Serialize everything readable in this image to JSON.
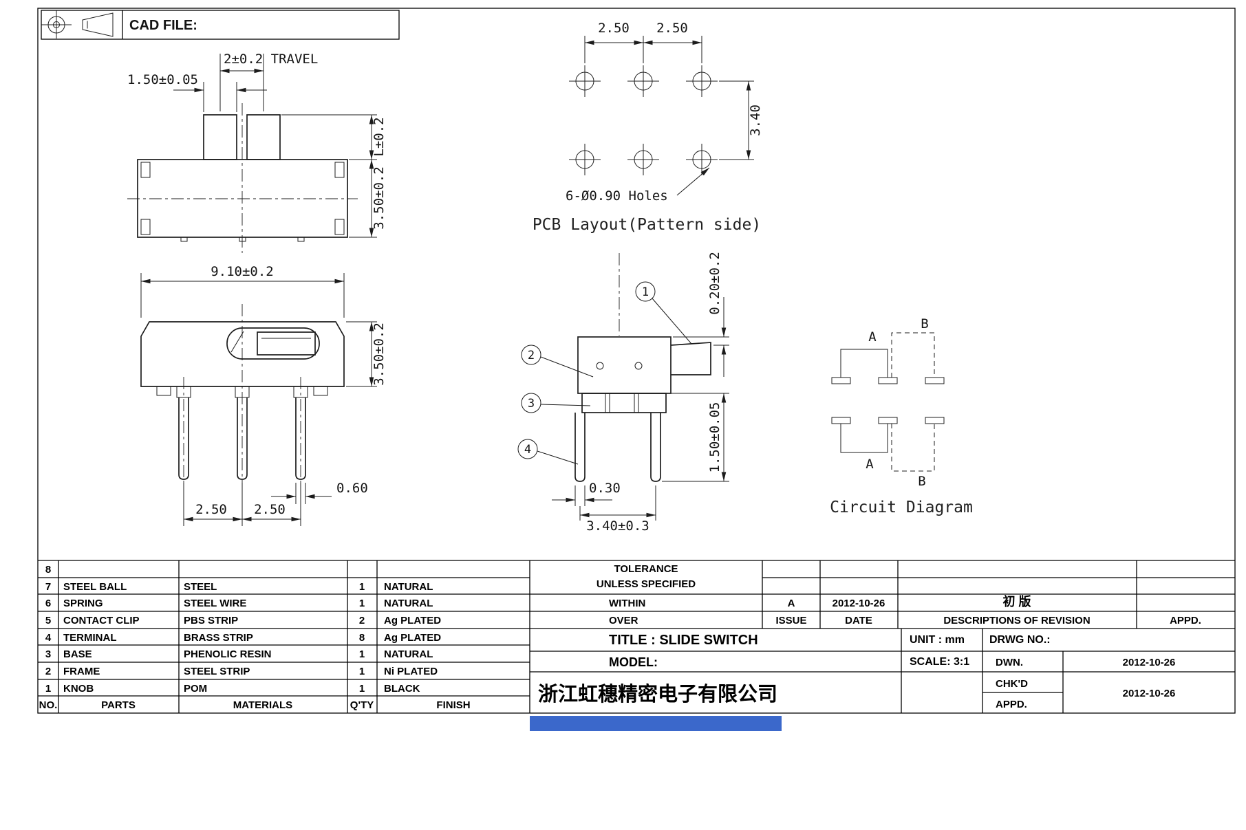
{
  "sheet": {
    "cad_file_label": "CAD FILE:",
    "accent_blue": "#3b68cb"
  },
  "views": {
    "top": {
      "dim_knob_width": "1.50±0.05",
      "dim_travel": "2±0.2 TRAVEL",
      "dim_knob_height": "L±0.2",
      "dim_body_height": "3.50±0.2"
    },
    "pcb": {
      "dim_pitch_1": "2.50",
      "dim_pitch_2": "2.50",
      "dim_row_pitch": "3.40",
      "holes_note": "6-Ø0.90 Holes",
      "caption": "PCB Layout(Pattern side)"
    },
    "front": {
      "dim_width": "9.10±0.2",
      "dim_height": "3.50±0.2",
      "dim_pin_pitch_1": "2.50",
      "dim_pin_pitch_2": "2.50",
      "dim_pin_width": "0.60"
    },
    "side": {
      "callouts": [
        "1",
        "2",
        "3",
        "4"
      ],
      "dim_knob_gap": "0.20±0.2",
      "dim_terminal_length": "1.50±0.05",
      "dim_pin_thickness": "0.30",
      "dim_depth": "3.40±0.3"
    },
    "circuit": {
      "label_a_top": "A",
      "label_b_top": "B",
      "label_a_bottom": "A",
      "label_b_bottom": "B",
      "caption": "Circuit Diagram"
    }
  },
  "parts_table": {
    "header": {
      "no": "NO.",
      "parts": "PARTS",
      "materials": "MATERIALS",
      "qty": "Q'TY",
      "finish": "FINISH"
    },
    "rows": [
      {
        "no": "8",
        "parts": "",
        "materials": "",
        "qty": "",
        "finish": ""
      },
      {
        "no": "7",
        "parts": "STEEL BALL",
        "materials": "STEEL",
        "qty": "1",
        "finish": "NATURAL"
      },
      {
        "no": "6",
        "parts": "SPRING",
        "materials": "STEEL WIRE",
        "qty": "1",
        "finish": "NATURAL"
      },
      {
        "no": "5",
        "parts": "CONTACT CLIP",
        "materials": "PBS STRIP",
        "qty": "2",
        "finish": "Ag PLATED"
      },
      {
        "no": "4",
        "parts": "TERMINAL",
        "materials": "BRASS STRIP",
        "qty": "8",
        "finish": "Ag PLATED"
      },
      {
        "no": "3",
        "parts": "BASE",
        "materials": "PHENOLIC RESIN",
        "qty": "1",
        "finish": "NATURAL"
      },
      {
        "no": "2",
        "parts": "FRAME",
        "materials": "STEEL STRIP",
        "qty": "1",
        "finish": "Ni PLATED"
      },
      {
        "no": "1",
        "parts": "KNOB",
        "materials": "POM",
        "qty": "1",
        "finish": "BLACK"
      }
    ]
  },
  "title_block": {
    "tolerance_line1": "TOLERANCE",
    "tolerance_line2": "UNLESS  SPECIFIED",
    "within_label": "WITHIN",
    "over_label": "OVER",
    "issue_value": "A",
    "issue_label": "ISSUE",
    "date_value": "2012-10-26",
    "date_label": "DATE",
    "revision_value": "初 版",
    "revision_label": "DESCRIPTIONS OF REVISION",
    "appd_header_label": "APPD.",
    "title": "TITLE : SLIDE SWITCH",
    "unit": "UNIT :  mm",
    "drwg_no_label": "DRWG NO.:",
    "model_label": "MODEL:",
    "scale": "SCALE:  3:1",
    "dwn_label": "DWN.",
    "dwn_date": "2012-10-26",
    "chkd_label": "CHK'D",
    "chkd_date": "2012-10-26",
    "appd_label": "APPD.",
    "company": "浙江虹穗精密电子有限公司"
  }
}
